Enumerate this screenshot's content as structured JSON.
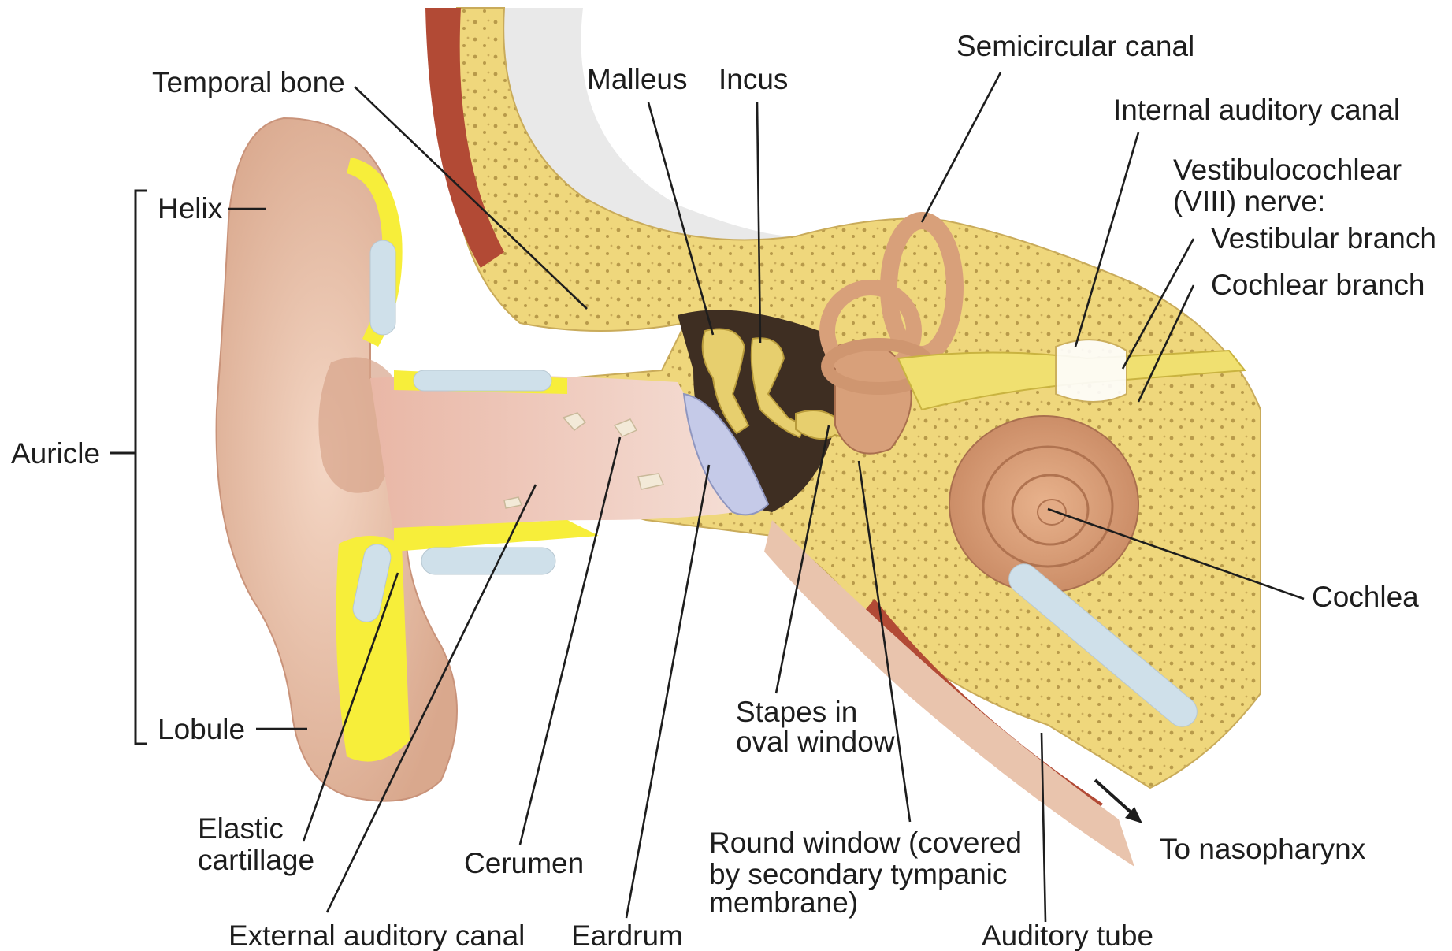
{
  "labels": {
    "temporal_bone": "Temporal bone",
    "malleus": "Malleus",
    "incus": "Incus",
    "semicircular_canal": "Semicircular canal",
    "internal_auditory_canal": "Internal auditory canal",
    "vestibulocochlear_line1": "Vestibulocochlear",
    "vestibulocochlear_line2": "(VIII) nerve:",
    "vestibular_branch": "Vestibular branch",
    "cochlear_branch": "Cochlear branch",
    "helix": "Helix",
    "auricle": "Auricle",
    "lobule": "Lobule",
    "cochlea": "Cochlea",
    "elastic_cartilage_line1": "Elastic",
    "elastic_cartilage_line2": "cartillage",
    "cerumen": "Cerumen",
    "external_auditory_canal": "External auditory canal",
    "eardrum": "Eardrum",
    "stapes_line1": "Stapes in",
    "stapes_line2": "oval window",
    "round_window_line1": "Round window (covered",
    "round_window_line2": "by secondary tympanic",
    "round_window_line3": "membrane)",
    "auditory_tube": "Auditory tube",
    "to_nasopharynx": "To nasopharynx"
  },
  "colors": {
    "bone": "#efd77c",
    "cartilage": "#f7ee3a",
    "skin": "#ecc6ae",
    "canal": "#f2d5c8",
    "cavity": "#3e2e22",
    "ossicles": "#e7cf6e",
    "inner_ear": "#d8a07a",
    "eardrum": "#c5cae8",
    "muscle": "#b24a35",
    "nerve": "#f0e070",
    "leader": "#1d1d1d"
  }
}
